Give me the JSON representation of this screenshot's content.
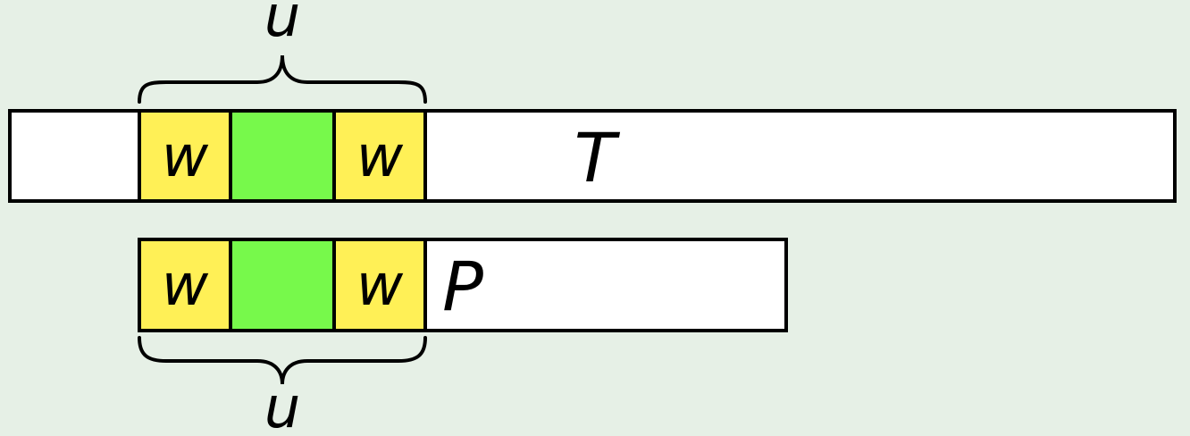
{
  "colors": {
    "background": "#e6f0e6",
    "segment_w": "#fff056",
    "segment_mid": "#77f94b",
    "rest": "#ffffff",
    "stroke": "#000000"
  },
  "text_row": {
    "label": "T",
    "segments": [
      {
        "label": "w",
        "kind": "w"
      },
      {
        "label": "",
        "kind": "middle"
      },
      {
        "label": "w",
        "kind": "w"
      }
    ]
  },
  "pattern_row": {
    "label": "P",
    "segments": [
      {
        "label": "w",
        "kind": "w"
      },
      {
        "label": "",
        "kind": "middle"
      },
      {
        "label": "w",
        "kind": "w"
      }
    ]
  },
  "brace_top": {
    "label": "u"
  },
  "brace_bottom": {
    "label": "u"
  }
}
